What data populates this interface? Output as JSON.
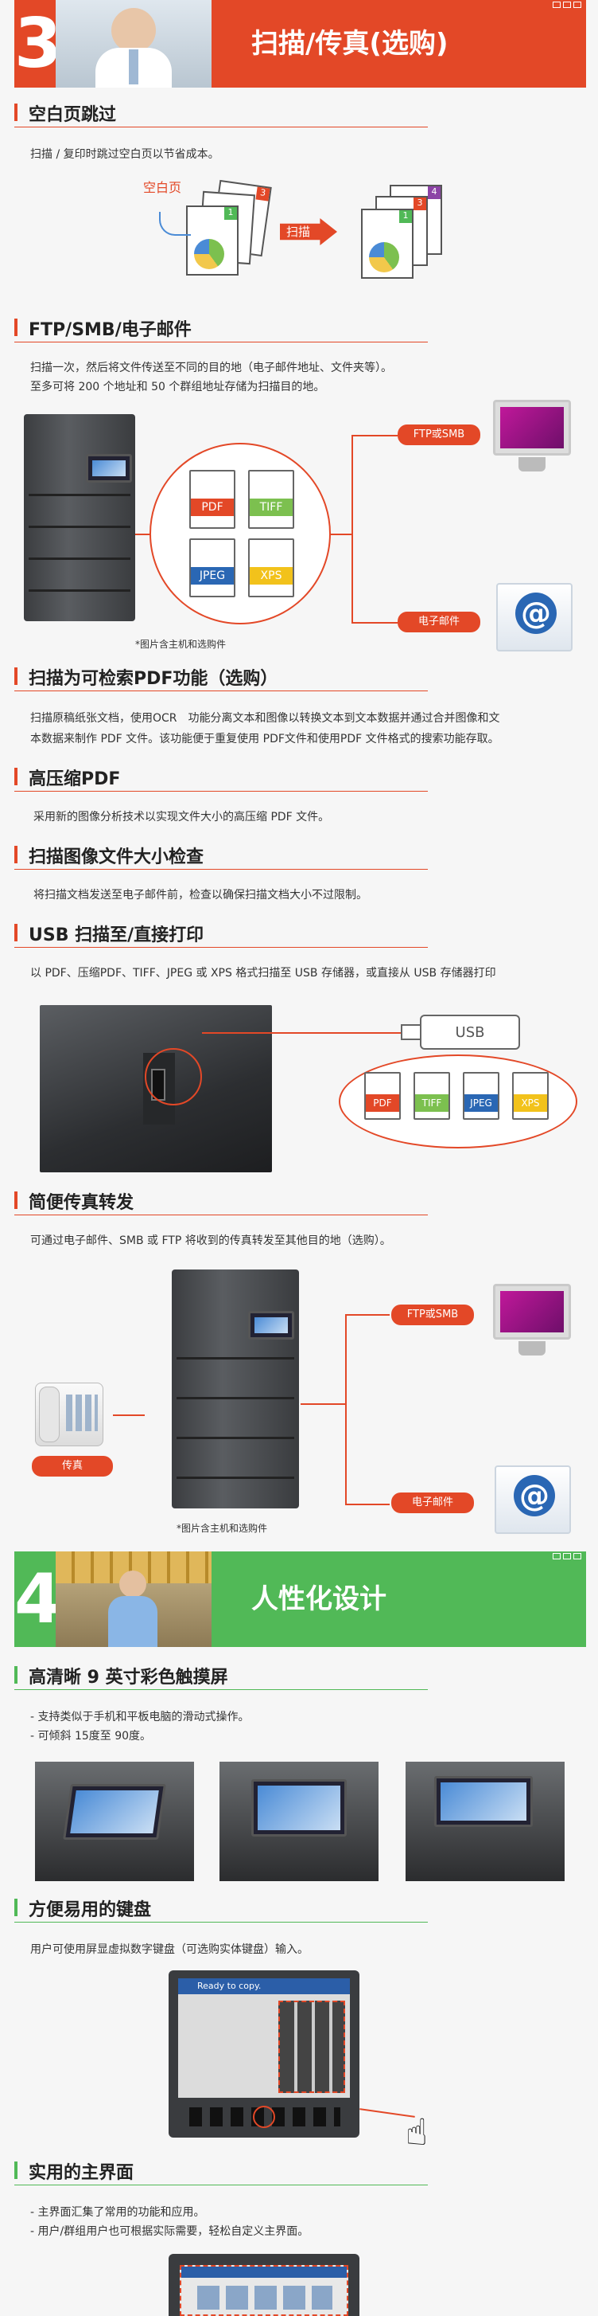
{
  "section3": {
    "number": "3",
    "title": "扫描/传真(选购)",
    "accent": "#e34827"
  },
  "blank_skip": {
    "title": "空白页跳过",
    "desc": "扫描 / 复印时跳过空白页以节省成本。",
    "blank_label": "空白页",
    "scan_label": "扫描",
    "page_numbers_before": [
      "3",
      "1"
    ],
    "page_numbers_after": [
      "4",
      "3",
      "1"
    ]
  },
  "ftp": {
    "title": "FTP/SMB/电子邮件",
    "desc1": "扫描一次，然后将文件传送至不同的目的地（电子邮件地址、文件夹等）。",
    "desc2": "至多可将 200 个地址和 50 个群组地址存储为扫描目的地。",
    "formats": [
      "PDF",
      "TIFF",
      "JPEG",
      "XPS"
    ],
    "ftp_label": "FTP或SMB",
    "mail_label": "电子邮件",
    "note": "*图片含主机和选购件"
  },
  "searchable": {
    "title": "扫描为可检索PDF功能（选购）",
    "desc1": "扫描原稿纸张文档，使用OCR　功能分离文本和图像以转换文本到文本数据并通过合并图像和文",
    "desc2": "本数据来制作 PDF 文件。该功能便于重复使用 PDF文件和使用PDF 文件格式的搜索功能存取。"
  },
  "compact": {
    "title": "高压缩PDF",
    "desc": "采用新的图像分析技术以实现文件大小的高压缩 PDF 文件。"
  },
  "filesize": {
    "title": "扫描图像文件大小检查",
    "desc": "将扫描文档发送至电子邮件前，检查以确保扫描文档大小不过限制。"
  },
  "usb": {
    "title": "USB 扫描至/直接打印",
    "desc": "以 PDF、压缩PDF、TIFF、JPEG 或 XPS 格式扫描至 USB 存储器，或直接从 USB 存储器打印",
    "usb_label": "USB",
    "formats": [
      "PDF",
      "TIFF",
      "JPEG",
      "XPS"
    ]
  },
  "fax": {
    "title": "简便传真转发",
    "desc": "可通过电子邮件、SMB 或 FTP 将收到的传真转发至其他目的地（选购）。",
    "fax_label": "传真",
    "ftp_label": "FTP或SMB",
    "mail_label": "电子邮件",
    "note": "*图片含主机和选购件"
  },
  "section4": {
    "number": "4",
    "title": "人性化设计",
    "accent": "#51b957"
  },
  "touch": {
    "title": "高清晰 9 英寸彩色触摸屏",
    "desc1": "- 支持类似于手机和平板电脑的滑动式操作。",
    "desc2": "- 可倾斜 15度至 90度。"
  },
  "keyboard": {
    "title": "方便易用的键盘",
    "desc": "用户可使用屏显虚拟数字键盘（可选购实体键盘）输入。",
    "screen_header": "Ready to copy."
  },
  "main_screen": {
    "title": "实用的主界面",
    "desc1": "- 主界面汇集了常用的功能和应用。",
    "desc2": "- 用户/群组用户也可根据实际需要，轻松自定义主界面。"
  }
}
